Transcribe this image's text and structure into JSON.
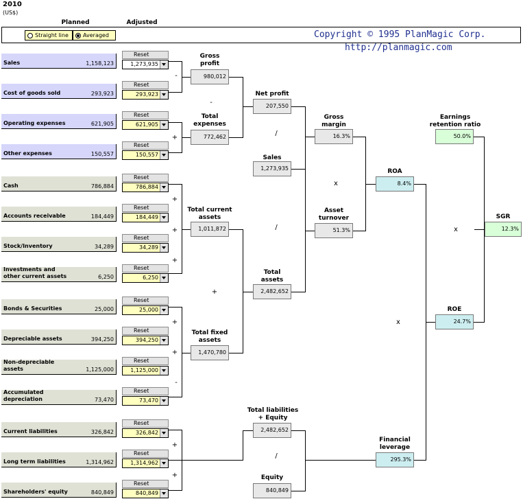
{
  "header": {
    "year": "2010",
    "currency": "(US$)",
    "planned_label": "Planned",
    "adjusted_label": "Adjusted"
  },
  "options": {
    "straight": "Straight line",
    "averaged": "Averaged",
    "selected": "Averaged"
  },
  "copyright": {
    "line1": "Copyright © 1995 PlanMagic Corp.",
    "line2": "http://planmagic.com"
  },
  "reset_label": "Reset",
  "inputs": [
    {
      "label": "Sales",
      "planned": "1,158,123",
      "adjusted": "1,273,935"
    },
    {
      "label": "Cost of goods sold",
      "planned": "293,923",
      "adjusted": "293,923"
    },
    {
      "label": "Operating expenses",
      "planned": "621,905",
      "adjusted": "621,905"
    },
    {
      "label": "Other expenses",
      "planned": "150,557",
      "adjusted": "150,557"
    },
    {
      "label": "Cash",
      "planned": "786,884",
      "adjusted": "786,884"
    },
    {
      "label": "Accounts receivable",
      "planned": "184,449",
      "adjusted": "184,449"
    },
    {
      "label": "Stock/Inventory",
      "planned": "34,289",
      "adjusted": "34,289"
    },
    {
      "label": "Investments and\nother current assets",
      "planned": "6,250",
      "adjusted": "6,250"
    },
    {
      "label": "Bonds & Securities",
      "planned": "25,000",
      "adjusted": "25,000"
    },
    {
      "label": "Depreciable assets",
      "planned": "394,250",
      "adjusted": "394,250"
    },
    {
      "label": "Non-depreciable\nassets",
      "planned": "1,125,000",
      "adjusted": "1,125,000"
    },
    {
      "label": "Accumulated\ndepreciation",
      "planned": "73,470",
      "adjusted": "73,470"
    },
    {
      "label": "Current liabilities",
      "planned": "326,842",
      "adjusted": "326,842"
    },
    {
      "label": "Long term liabilities",
      "planned": "1,314,962",
      "adjusted": "1,314,962"
    },
    {
      "label": "Shareholders' equity",
      "planned": "840,849",
      "adjusted": "840,849"
    }
  ],
  "operators": {
    "minus": "-",
    "plus": "+",
    "div": "/",
    "times": "x"
  },
  "calc": {
    "gross_profit": {
      "label": "Gross\nprofit",
      "value": "980,012"
    },
    "total_expenses": {
      "label": "Total\nexpenses",
      "value": "772,462"
    },
    "net_profit": {
      "label": "Net profit",
      "value": "207,550"
    },
    "sales": {
      "label": "Sales",
      "value": "1,273,935"
    },
    "total_current_assets": {
      "label": "Total current\nassets",
      "value": "1,011,872"
    },
    "total_fixed_assets": {
      "label": "Total fixed\nassets",
      "value": "1,470,780"
    },
    "total_assets": {
      "label": "Total\nassets",
      "value": "2,482,652"
    },
    "total_liab_equity": {
      "label": "Total liabilities\n+ Equity",
      "value": "2,482,652"
    },
    "equity": {
      "label": "Equity",
      "value": "840,849"
    },
    "gross_margin": {
      "label": "Gross\nmargin",
      "value": "16.3%"
    },
    "asset_turnover": {
      "label": "Asset\nturnover",
      "value": "51.3%"
    },
    "roa": {
      "label": "ROA",
      "value": "8.4%"
    },
    "roe": {
      "label": "ROE",
      "value": "24.7%"
    },
    "financial_leverage": {
      "label": "Financial\nleverage",
      "value": "295.3%"
    },
    "earnings_retention": {
      "label": "Earnings\nretention ratio",
      "value": "50.0%"
    },
    "sgr": {
      "label": "SGR",
      "value": "12.3%"
    }
  }
}
